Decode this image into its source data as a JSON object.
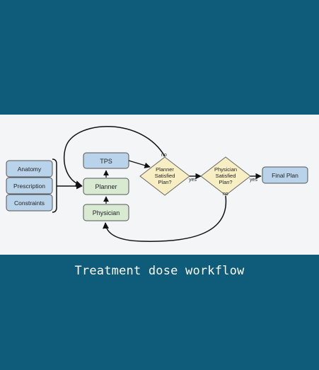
{
  "diagram": {
    "inputs": [
      "Anatomy",
      "Prescription",
      "Constraints"
    ],
    "tps": "TPS",
    "planner": "Planner",
    "physician": "Physician",
    "planner_decision": [
      "Planner",
      "Satisfied",
      "Plan?"
    ],
    "physician_decision": [
      "Physician",
      "Satisfied",
      "Plan?"
    ],
    "final": "Final Plan",
    "edge_labels": {
      "planner_yes": "yes",
      "planner_no": "no",
      "physician_yes": "yes",
      "physician_no": "no"
    }
  },
  "caption": "Treatment dose workflow",
  "colors": {
    "background": "#0f5b7a",
    "panel": "#f3f5f6",
    "blue_node_fill": "#b9d3ea",
    "green_node_fill": "#d9ead3",
    "decision_fill": "#f8eec4",
    "stroke": "#555555"
  }
}
